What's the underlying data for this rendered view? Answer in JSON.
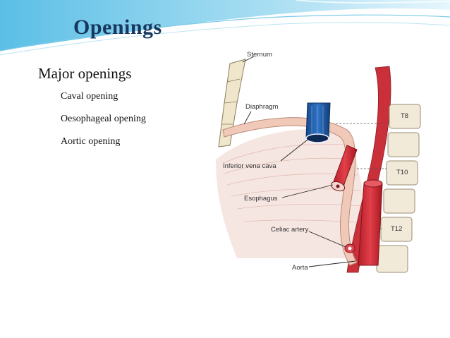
{
  "slide": {
    "title": "Openings",
    "section_heading": "Major openings",
    "bullets": [
      {
        "label": "Caval opening"
      },
      {
        "label": "Oesophageal opening"
      },
      {
        "label": "Aortic opening"
      }
    ]
  },
  "figure": {
    "labels": {
      "sternum": "Sternum",
      "diaphragm": "Diaphragm",
      "ivc": "Inferior vena cava",
      "esophagus": "Esophagus",
      "celiac": "Celiac artery",
      "aorta": "Aorta",
      "t8": "T8",
      "t10": "T10",
      "t12": "T12"
    }
  },
  "colors": {
    "title": "#17375e",
    "header_swoosh": "#8fd3ec",
    "vessel_red": "#d8313a",
    "ivc_blue": "#1f5fb0",
    "diaphragm": "#f0c9b8"
  }
}
